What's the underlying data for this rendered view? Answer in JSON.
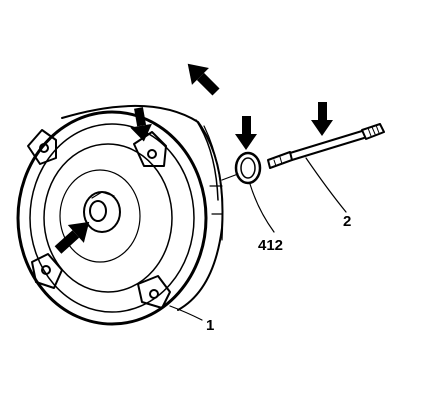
{
  "labels": {
    "converter": "1",
    "shaft": "2",
    "oring": "412"
  },
  "colors": {
    "line": "#000000",
    "background": "#ffffff"
  },
  "icons": [
    "arrow-icon"
  ]
}
